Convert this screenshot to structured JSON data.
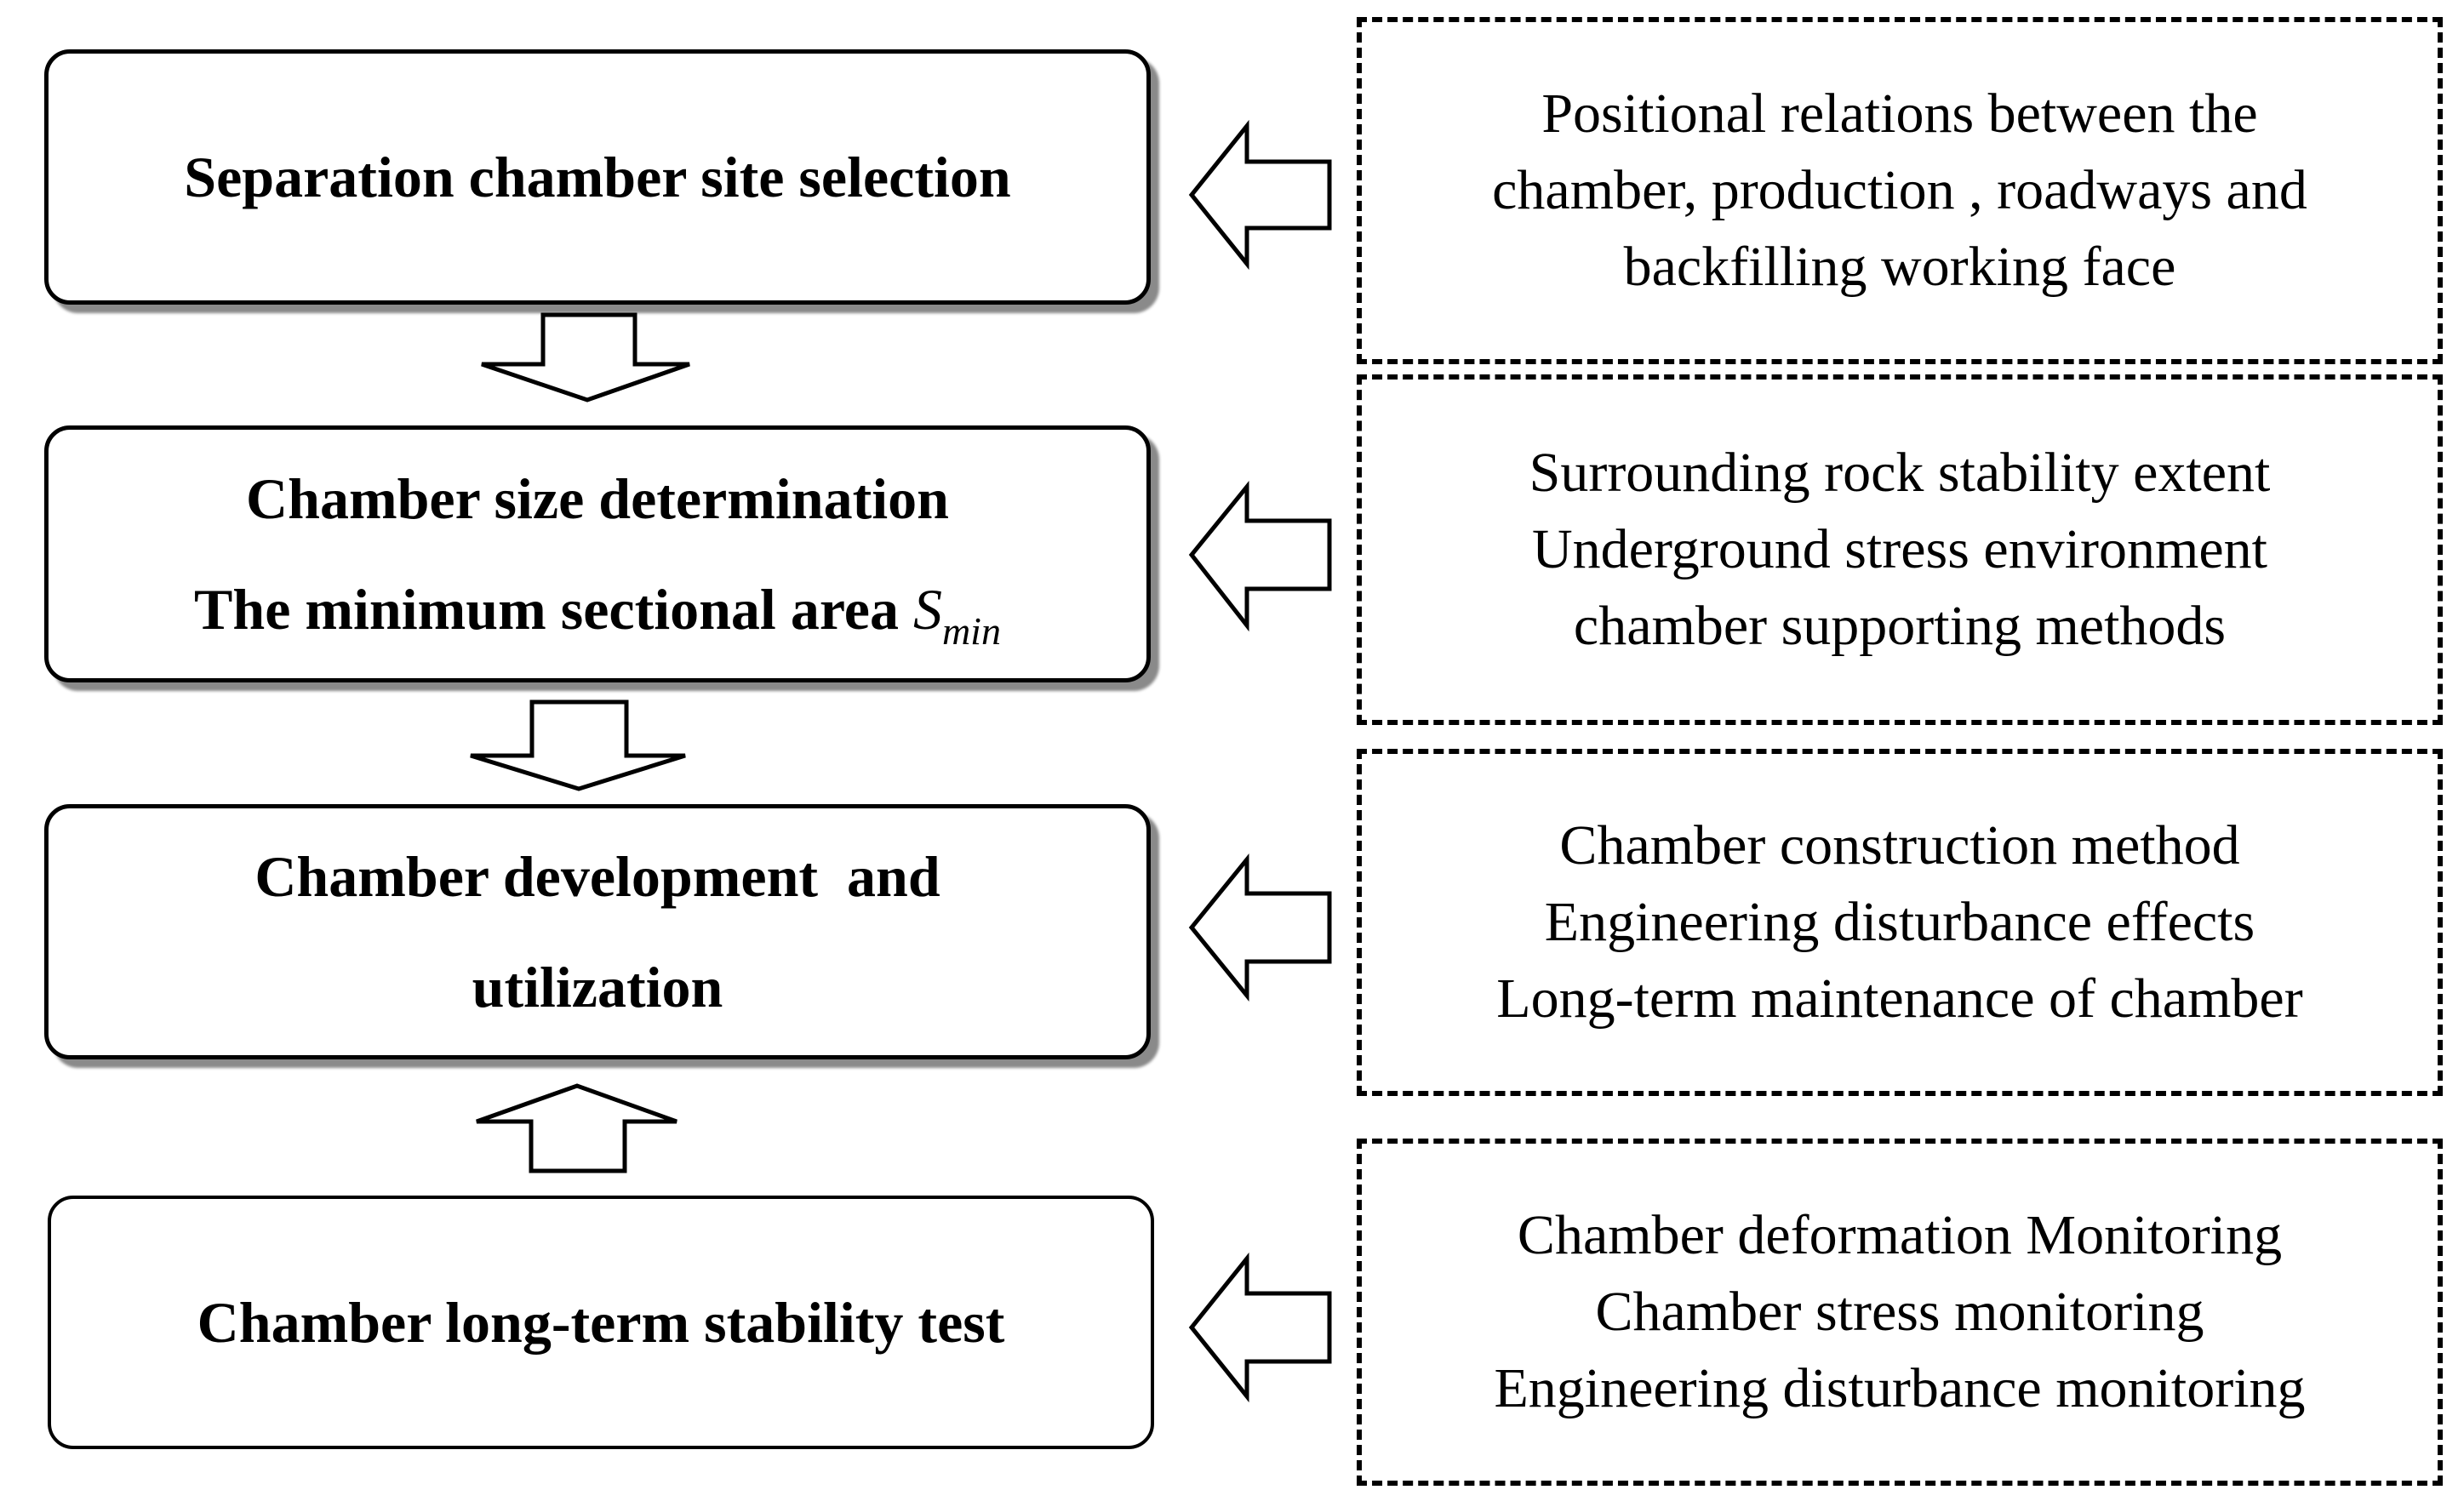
{
  "stages": [
    {
      "lines": [
        "Separation chamber site selection"
      ]
    },
    {
      "lines": [
        "Chamber size determination",
        "The minimum sectional area "
      ],
      "symbol": "S",
      "subscript": "min"
    },
    {
      "lines": [
        "Chamber development  and",
        "utilization"
      ]
    },
    {
      "lines": [
        "Chamber long-term stability test"
      ]
    }
  ],
  "factors": [
    {
      "lines": [
        "Positional relations between the",
        "chamber, production , roadways and",
        "backfilling working face"
      ]
    },
    {
      "lines": [
        "Surrounding rock stability extent",
        "Underground stress environment",
        "chamber supporting methods"
      ]
    },
    {
      "lines": [
        "Chamber construction method",
        "Engineering disturbance effects",
        "Long-term maintenance of chamber"
      ]
    },
    {
      "lines": [
        "Chamber deformation Monitoring",
        "Chamber stress monitoring",
        "Engineering disturbance monitoring"
      ]
    }
  ],
  "colors": {
    "stroke": "#000000",
    "fill": "#ffffff",
    "shadow": "#8a8a8a"
  }
}
